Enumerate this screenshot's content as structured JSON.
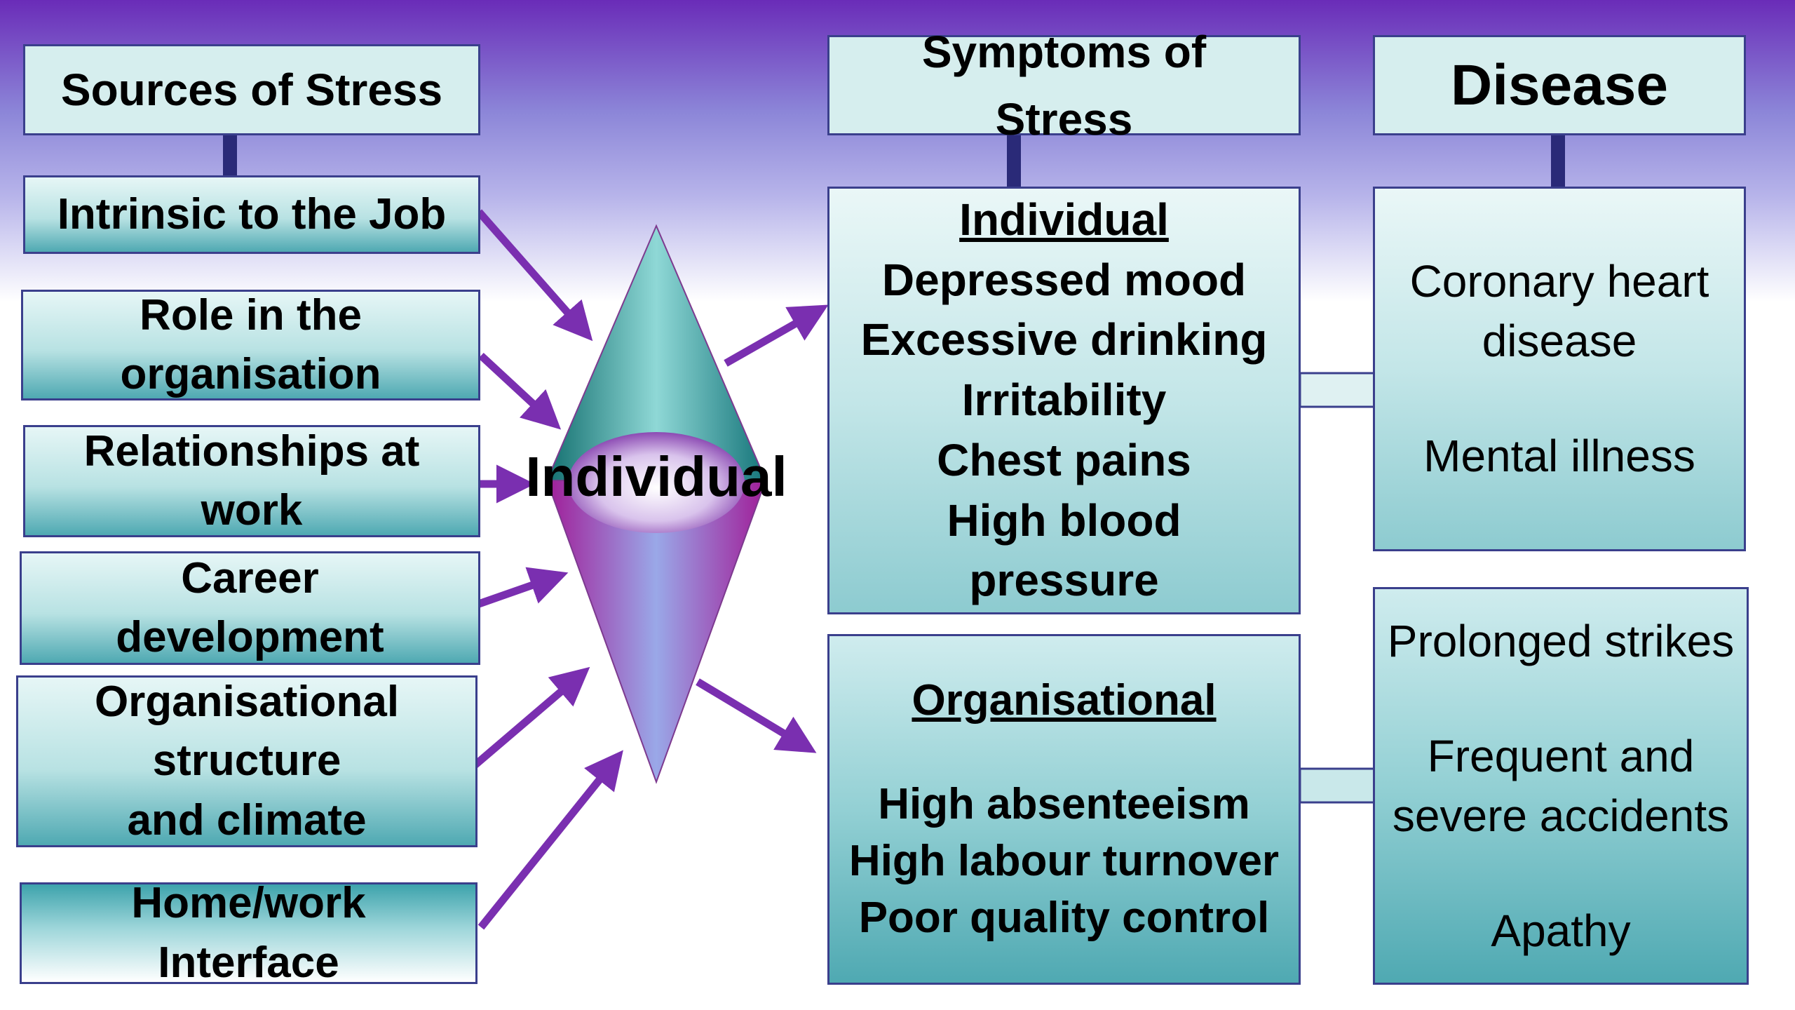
{
  "headers": {
    "sources": "Sources of Stress",
    "symptoms": [
      "Symptoms of",
      "Stress"
    ],
    "disease": "Disease"
  },
  "sources": [
    [
      "Intrinsic to the Job"
    ],
    [
      "Role in the",
      "organisation"
    ],
    [
      "Relationships at",
      "work"
    ],
    [
      "Career",
      "development"
    ],
    [
      "Organisational",
      "structure",
      "and climate"
    ],
    [
      "Home/work",
      "Interface"
    ]
  ],
  "center_label": "Individual",
  "individual_symptoms": {
    "title": "Individual",
    "lines": [
      "Depressed mood",
      "Excessive drinking",
      "Irritability",
      "Chest pains",
      "High blood",
      "pressure"
    ]
  },
  "organisational_symptoms": {
    "title": "Organisational",
    "lines": [
      "High absenteeism",
      "High labour turnover",
      "Poor quality control"
    ]
  },
  "individual_disease": [
    "Coronary heart",
    "disease",
    "Mental illness"
  ],
  "organisational_disease": [
    "Prolonged strikes",
    "Frequent and",
    "severe accidents",
    "Apathy"
  ],
  "colors": {
    "box_border": "#3a3f8c",
    "arrow": "#7a2fb0",
    "connector": "#2a2a78",
    "teal": "#3a9a9c",
    "magenta": "#a0209a",
    "background_top": "#6a2cb8"
  }
}
